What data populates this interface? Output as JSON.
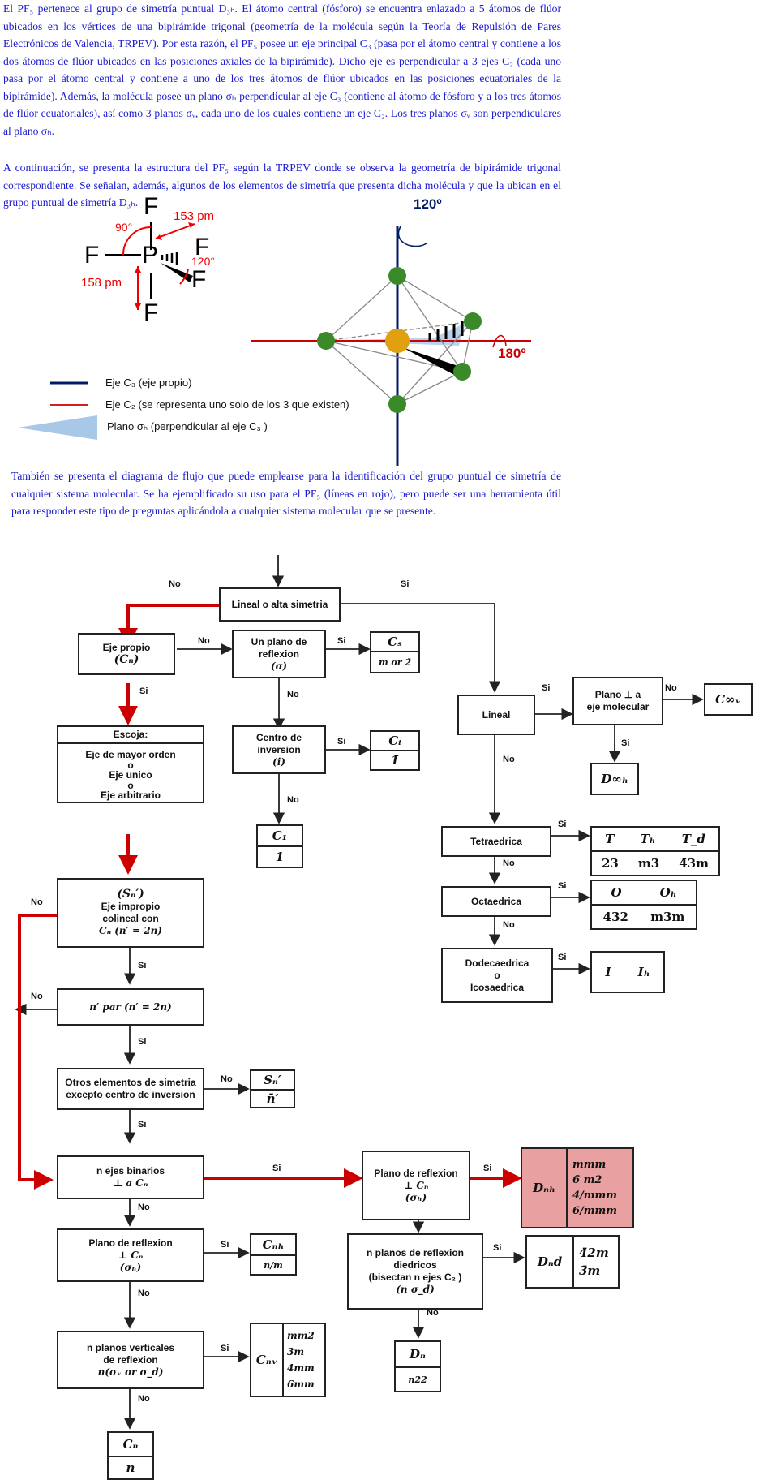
{
  "intro": {
    "p1": "El PF₅ pertenece al grupo de simetría puntual D₃ₕ. El átomo central (fósforo) se encuentra enlazado a 5 átomos de flúor ubicados en los vértices de una bipirámide trigonal (geometría de la molécula según la Teoría de Repulsión de Pares Electrónicos de Valencia, TRPEV). Por esta razón, el PF₅ posee un eje principal C₃ (pasa por el átomo central y contiene a los dos átomos de flúor ubicados en las posiciones axiales de la bipirámide). Dicho eje es perpendicular a 3 ejes C₂ (cada uno pasa por el átomo central y contiene a uno de los tres átomos de flúor ubicados en las posiciones ecuatoriales de la bipirámide). Además, la molécula posee un plano σₕ perpendicular al eje C₃ (contiene al átomo de fósforo y a los tres átomos de flúor ecuatoriales), así como 3 planos σᵥ, cada uno de los cuales contiene un eje C₂. Los tres planos σᵥ son perpendiculares al plano σₕ.",
    "p2": "A continuación, se presenta la estructura del PF₅ según la TRPEV donde se observa la geometría de bipirámide trigonal correspondiente. Se señalan, además, algunos de los elementos de simetría que presenta dicha molécula y que la ubican en el grupo puntual de simetría D₃ₕ.",
    "p3": "También se presenta el diagrama de flujo que puede emplearse para la identificación del grupo puntual de simetría de cualquier sistema molecular. Se ha ejemplificado su uso para el PF₅ (líneas en rojo), pero puede ser una herramienta útil para responder este tipo de preguntas aplicándola a cualquier sistema molecular que se presente."
  },
  "structure": {
    "atom_F": "F",
    "atom_P": "P",
    "angle_90": "90°",
    "angle_120": "120°",
    "bond_153": "153 pm",
    "bond_158": "158 pm"
  },
  "model": {
    "rot_120": "120º",
    "rot_180": "180º"
  },
  "legend": {
    "c3": "Eje C₃ (eje propio)",
    "c2": "Eje C₂ (se representa uno solo de los 3 que existen)",
    "plane": "Plano σₕ (perpendicular al eje C₃ )"
  },
  "flow": {
    "lineal_alta": "Lineal o alta simetria",
    "eje_propio": "Eje propio",
    "eje_propio_sym": "(Cₙ)",
    "plano_refl": "Un plano de reflexion",
    "plano_refl_sym": "(σ)",
    "cs_top": "Cₛ",
    "cs_bot": "m or 2̄",
    "centro": "Centro de inversion",
    "centro_sym": "(i)",
    "ci_top": "Cᵢ",
    "ci_bot": "1̄",
    "c1_top": "C₁",
    "c1_bot": "1",
    "escoja": "Escoja:",
    "escoja_1": "Eje de mayor orden",
    "o1": "o",
    "escoja_2": "Eje unico",
    "o2": "o",
    "escoja_3": "Eje arbitrario",
    "sn_sym": "(Sₙ′)",
    "sn_1": "Eje impropio",
    "sn_2": "colineal con",
    "sn_3": "Cₙ  (n′ = 2n)",
    "npar": "n′ par   (n′ = 2n)",
    "otros": "Otros elementos de simetria excepto centro de inversion",
    "snp_top": "Sₙ′",
    "snp_bot": "n̄′",
    "binarios": "n ejes binarios",
    "binarios_2": "⊥ a  Cₙ",
    "plano_h_1": "Plano de reflexion",
    "plano_h_2": "⊥ Cₙ",
    "plano_h_3": "(σₕ)",
    "cnh_top": "Cₙₕ",
    "cnh_bot": "n/m",
    "verticales_1": "n planos verticales",
    "verticales_2": "de reflexion",
    "verticales_3": "n(σᵥ or σ_d)",
    "cnv": "Cₙᵥ",
    "cnv_vals": [
      "mm2",
      "3m",
      "4mm",
      "6mm"
    ],
    "cn_top": "Cₙ",
    "cn_bot": "n",
    "plano_d_1": "Plano de reflexion",
    "plano_d_2": "⊥ Cₙ",
    "plano_d_3": "(σₕ)",
    "dnh": "Dₙₕ",
    "dnh_vals": [
      "mmm",
      "6̄ m2",
      "4/mmm",
      "6/mmm"
    ],
    "diedricos_1": "n planos de reflexion",
    "diedricos_2": "diedricos",
    "diedricos_3": "(bisectan n ejes C₂ )",
    "diedricos_4": "(n σ_d)",
    "dnd": "Dₙd",
    "dnd_vals": [
      "4̄2m",
      "3̄m"
    ],
    "dn_top": "Dₙ",
    "dn_bot": "n22",
    "lineal": "Lineal",
    "plano_mol_1": "Plano ⊥ a",
    "plano_mol_2": "eje molecular",
    "cinfv": "C∞ᵥ",
    "dinfh": "D∞ₕ",
    "tetra": "Tetraedrica",
    "t_vals": [
      "T",
      "Tₕ",
      "T_d"
    ],
    "t_nums": [
      "23",
      "m3",
      "4̄3m"
    ],
    "octa": "Octaedrica",
    "o_vals": [
      "O",
      "Oₕ"
    ],
    "o_nums": [
      "432",
      "m3m"
    ],
    "dodeca_1": "Dodecaedrica",
    "dodeca_2": "o",
    "dodeca_3": "Icosaedrica",
    "i_vals": [
      "I",
      "Iₕ"
    ],
    "yes": "Si",
    "no": "No"
  },
  "colors": {
    "text_blue": "#1a1ad0",
    "red_path": "#cc0000",
    "highlight": "#e8a0a0",
    "axis_c3": "#001a66",
    "plane": "#a8c8e8"
  }
}
